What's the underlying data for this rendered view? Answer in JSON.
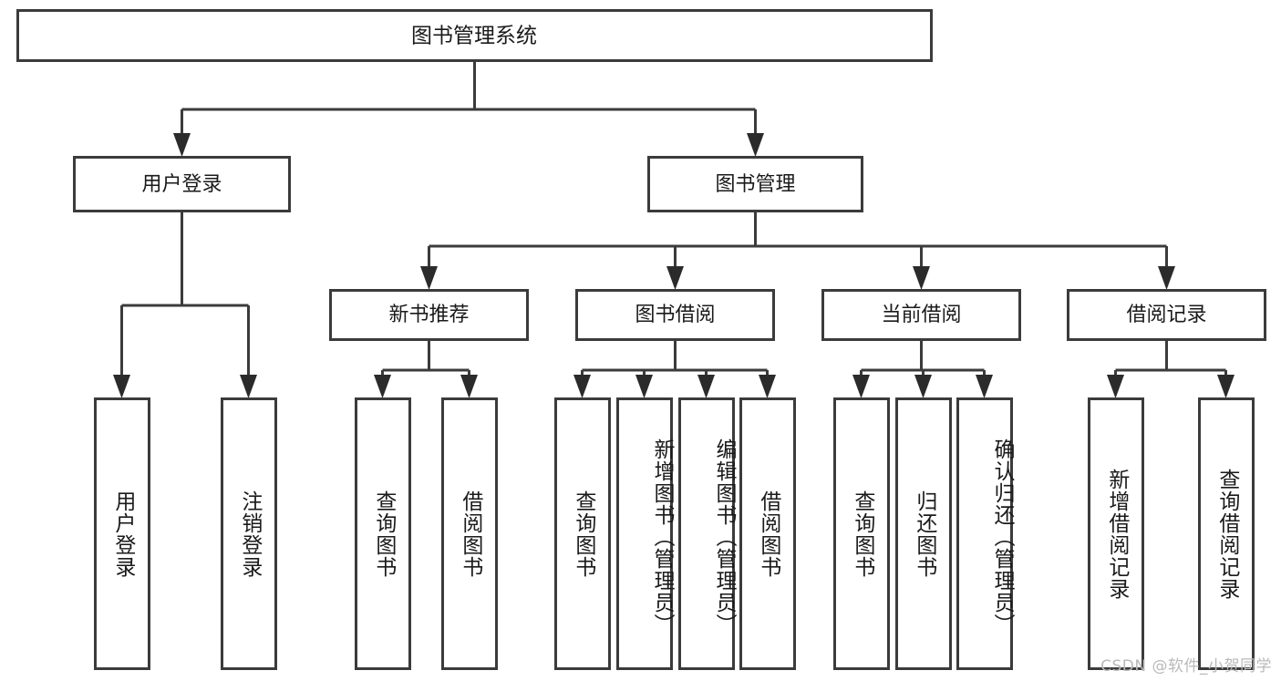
{
  "diagram": {
    "kind": "tree-functional-structure",
    "background_color": "#ffffff",
    "box_stroke_color": "#3b3b3b",
    "text_color": "#1a1a1a",
    "root": {
      "label": "图书管理系统"
    },
    "level1": [
      {
        "label": "用户登录"
      },
      {
        "label": "图书管理"
      }
    ],
    "level2": [
      {
        "label": "新书推荐"
      },
      {
        "label": "图书借阅"
      },
      {
        "label": "当前借阅"
      },
      {
        "label": "借阅记录"
      }
    ],
    "leaves": {
      "user_login": [
        {
          "label": "用户登录"
        },
        {
          "label": "注销登录"
        }
      ],
      "new_book_recommend": [
        {
          "label": "查询图书"
        },
        {
          "label": "借阅图书"
        }
      ],
      "book_borrow": [
        {
          "label": "查询图书"
        },
        {
          "label": "新增图书（管理员）"
        },
        {
          "label": "编辑图书（管理员）"
        },
        {
          "label": "借阅图书"
        }
      ],
      "current_borrow": [
        {
          "label": "查询图书"
        },
        {
          "label": "归还图书"
        },
        {
          "label": "确认归还（管理员）"
        }
      ],
      "borrow_record": [
        {
          "label": "新增借阅记录"
        },
        {
          "label": "查询借阅记录"
        }
      ]
    }
  },
  "watermark": {
    "text": "CSDN @软件_小贺同学",
    "color": "#b9b9b9"
  }
}
